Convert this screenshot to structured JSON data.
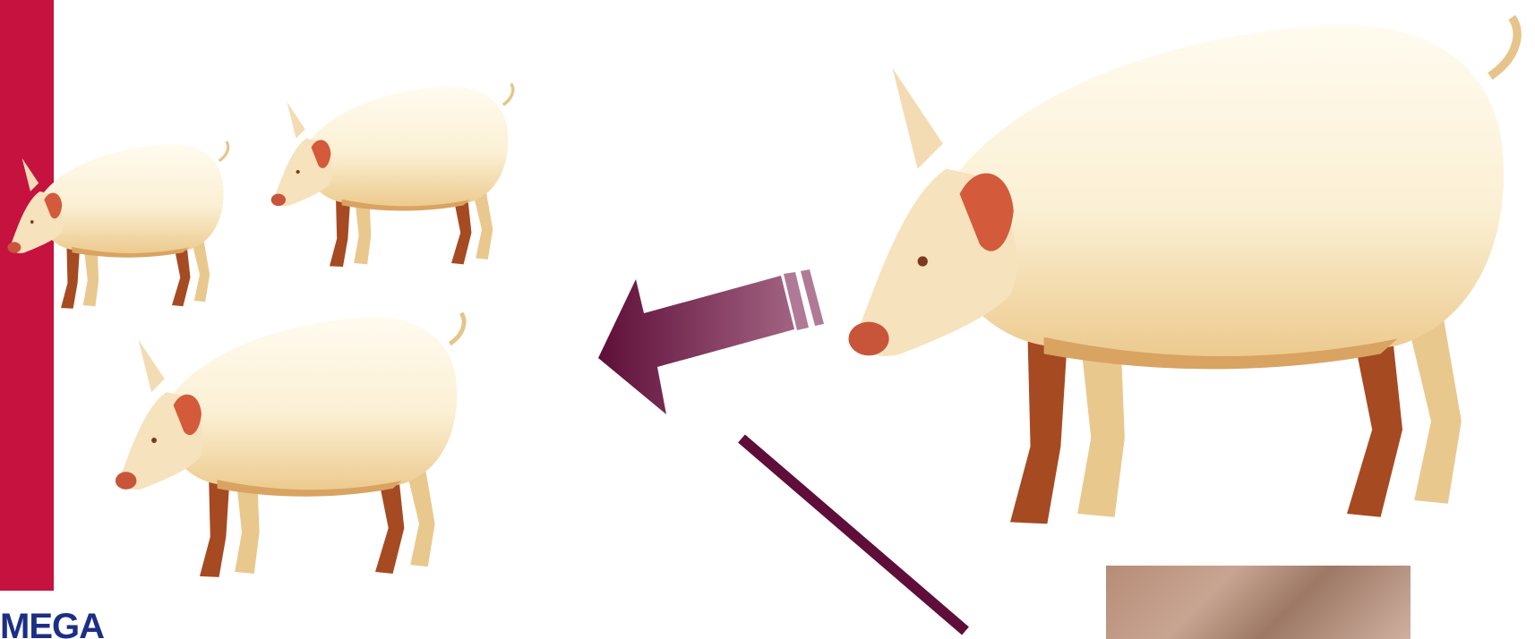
{
  "logo": {
    "text": "MEGA"
  },
  "colors": {
    "accent_bar": "#c5123f",
    "logo_blue": "#1c2f86",
    "arrow_dark": "#5e0e38",
    "arrow_light": "#9a5a7c",
    "pig_body": "#fbf1d8",
    "pig_shadow": "#d1823a",
    "pig_ear": "#d35a3a"
  },
  "images": [
    {
      "name": "small-pig-1",
      "description_icon": "pig-icon"
    },
    {
      "name": "small-pig-2",
      "description_icon": "pig-icon"
    },
    {
      "name": "small-pig-3",
      "description_icon": "pig-icon"
    },
    {
      "name": "large-boar",
      "description_icon": "pig-icon"
    },
    {
      "name": "photo-thumbnail",
      "description_icon": "photo-icon"
    }
  ]
}
